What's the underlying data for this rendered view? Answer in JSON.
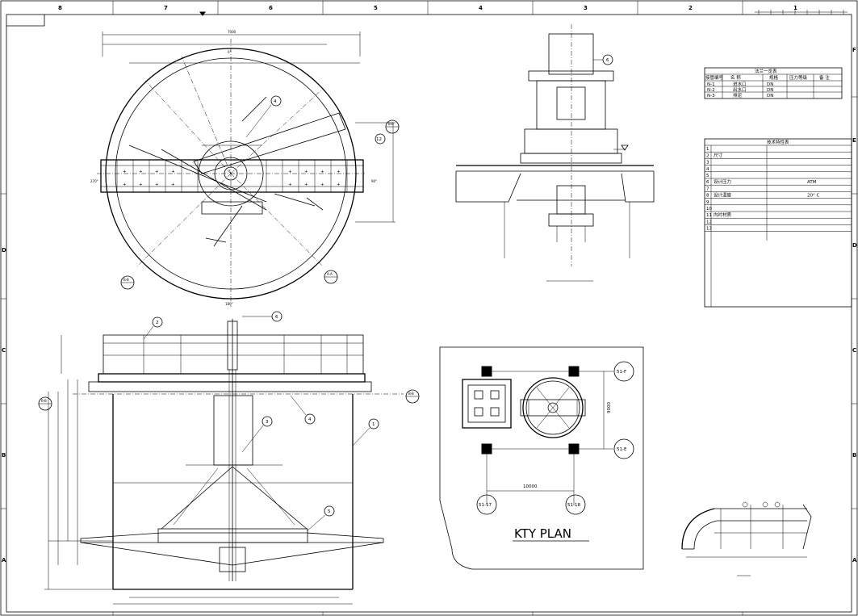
{
  "border": {
    "top_zones": [
      "8",
      "7",
      "6",
      "5",
      "4",
      "3",
      "2",
      "1"
    ],
    "left_zones": [
      "D",
      "C",
      "B",
      "A"
    ],
    "right_zones": [
      "F",
      "E",
      "D",
      "C",
      "B",
      "A"
    ]
  },
  "nozzle_table": {
    "title": "法兰一览表",
    "headers": [
      "接管编号",
      "名 称",
      "规格",
      "压力等级",
      "备 注"
    ],
    "rows": [
      [
        "N-1",
        "进水口",
        "DN",
        "",
        ""
      ],
      [
        "N-2",
        "出水口",
        "DN",
        "",
        ""
      ],
      [
        "N-3",
        "排泥",
        "DN",
        "",
        ""
      ]
    ]
  },
  "tech_table": {
    "title": "技术特性表",
    "rows": [
      [
        "1",
        "",
        ""
      ],
      [
        "2",
        "尺寸",
        ""
      ],
      [
        "3",
        "",
        ""
      ],
      [
        "4",
        "",
        ""
      ],
      [
        "5",
        "",
        ""
      ],
      [
        "6",
        "设计压力",
        "ATM"
      ],
      [
        "7",
        "",
        ""
      ],
      [
        "8",
        "设计温度",
        "20° C"
      ],
      [
        "9",
        "",
        ""
      ],
      [
        "10",
        "",
        ""
      ],
      [
        "11",
        "内衬材质",
        ""
      ],
      [
        "12",
        "",
        ""
      ],
      [
        "13",
        "",
        ""
      ]
    ]
  },
  "plan_view": {
    "dim_top": "7000",
    "angle_top": "0°",
    "angle_left": "270°",
    "angle_right": "90°",
    "angle_bottom": "180°",
    "callout_4": "4",
    "callout_12": "12",
    "section_marks": [
      "B-B",
      "B-B",
      "A-A"
    ]
  },
  "section_view": {
    "callouts": [
      "1",
      "2",
      "3",
      "4",
      "5",
      "6"
    ],
    "section_marks": [
      "B-B",
      "B-B"
    ]
  },
  "detail_view": {
    "callout": "6"
  },
  "kty_plan": {
    "title": "KTY PLAN",
    "dim_horizontal": "10000",
    "dim_vertical": "9000",
    "grid_labels": [
      "51-F",
      "51-E",
      "51-17",
      "51-18"
    ]
  }
}
